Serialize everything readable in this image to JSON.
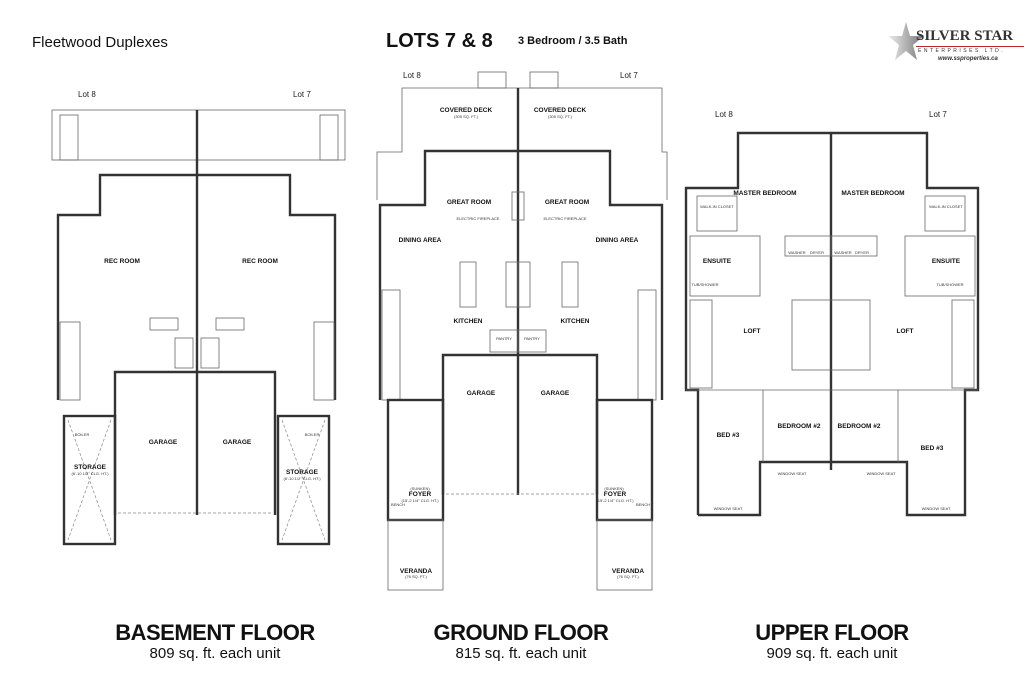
{
  "header": {
    "project": "Fleetwood Duplexes",
    "lots": "LOTS 7 & 8",
    "bed_bath": "3 Bedroom / 3.5 Bath"
  },
  "logo": {
    "name": "SILVER STAR",
    "sub": "ENTERPRISES LTD.",
    "url": "www.ssproperties.ca",
    "accent": "#c0272d"
  },
  "lot_labels": {
    "left": "Lot 8",
    "right": "Lot 7"
  },
  "basement": {
    "title": "BASEMENT FLOOR",
    "area": "809 sq. ft. each unit",
    "rooms": {
      "rec_room": "REC ROOM",
      "garage": "GARAGE",
      "storage": "STORAGE",
      "storage_dim": "(6'-10 1/2\" CLG. HT.)",
      "boiler": "BOILER"
    }
  },
  "ground": {
    "title": "GROUND FLOOR",
    "area": "815 sq. ft. each unit",
    "rooms": {
      "covered_deck": "COVERED DECK",
      "covered_deck_area": "(305 SQ. FT.)",
      "great_room": "GREAT ROOM",
      "electric_fireplace": "ELECTRIC FIREPLACE",
      "dining_area": "DINING AREA",
      "kitchen": "KITCHEN",
      "pantry": "PANTRY",
      "garage": "GARAGE",
      "sunken": "(SUNKEN)",
      "foyer": "FOYER",
      "foyer_dim": "(15'-2 1/4\" CLG. HT.)",
      "bench": "BENCH",
      "veranda": "VERANDA",
      "veranda_area": "(76 SQ. FT.)"
    }
  },
  "upper": {
    "title": "UPPER FLOOR",
    "area": "909 sq. ft. each unit",
    "rooms": {
      "master_bedroom": "MASTER BEDROOM",
      "walk_in_closet": "WALK-IN CLOSET",
      "ensuite": "ENSUITE",
      "tub_shower": "TUB/SHOWER",
      "washer": "WASHER",
      "dryer": "DRYER",
      "loft": "LOFT",
      "bedroom2": "BEDROOM #2",
      "bed3": "BED #3",
      "window_seat": "WINDOW SEAT"
    }
  }
}
